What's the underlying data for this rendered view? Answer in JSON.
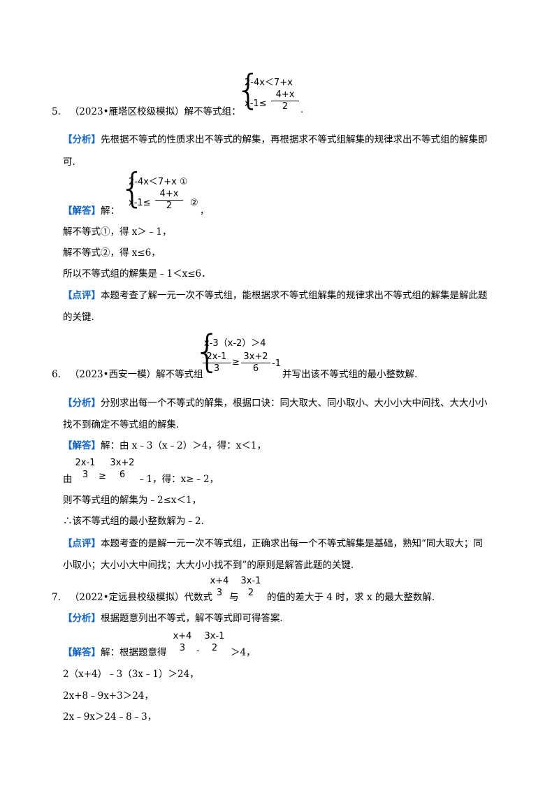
{
  "q5": {
    "number": "5.",
    "source": "（2023•雁塔区校级模拟）解不等式组：",
    "sys_line1": "2-4x＜7+x",
    "sys_line2_prefix": "x-1≤",
    "frac_num": "4+x",
    "frac_den": "2",
    "tail": ".",
    "analysis_tag": "【分析】",
    "analysis_1": "先根据不等式的性质求出不等式的解集，再根据求不等式组解集的规律求出不等式组的解集即",
    "analysis_2": "可.",
    "answer_tag": "【解答】",
    "answer_intro": "解：",
    "ans_sys_line1": "2-4x＜7+x ①",
    "ans_sys_line2_prefix": "x-1≤",
    "ans_circle2": "②",
    "ans_comma": "，",
    "step1": "解不等式①，得 x＞﹣1，",
    "step2": "解不等式②，得 x≤6，",
    "step3": "所以不等式组的解集是﹣1＜x≤6．",
    "comment_tag": "【点评】",
    "comment_1": "本题考查了解一元一次不等式组，能根据求不等式组解集的规律求出不等式组的解集是解此题",
    "comment_2": "的关键."
  },
  "q6": {
    "number": "6.",
    "source": "（2023•西安一模）解不等式组",
    "sys_line1": "x-3（x-2）＞4",
    "f1_num": "2x-1",
    "f1_den": "3",
    "ge": "≥",
    "f2_num": "3x+2",
    "f2_den": "6",
    "minus1": "-1",
    "tail": "并写出该不等式组的最小整数解.",
    "analysis_tag": "【分析】",
    "analysis_1": "分别求出每一个不等式的解集，根据口诀：同大取大、同小取小、大小小大中间找、大大小小",
    "analysis_2": "找不到确定不等式组的解集.",
    "answer_tag": "【解答】",
    "answer_1": "解：由 x﹣3（x﹣2）＞4，得：x＜1，",
    "by": "由",
    "af1_num": "2x-1",
    "af1_den": "3",
    "af_ge": "≥",
    "af2_num": "3x+2",
    "af2_den": "6",
    "answer_2_tail": "﹣1，得：x≥﹣2，",
    "answer_3": "则不等式组的解集为﹣2≤x＜1，",
    "answer_4": "∴该不等式组的最小整数解为﹣2.",
    "comment_tag": "【点评】",
    "comment_1": "本题考查的是解一元一次不等式组，正确求出每一个不等式解集是基础，熟知“同大取大；同",
    "comment_2": "小取小；大小小大中间找；大大小小找不到”的原则是解答此题的关键."
  },
  "q7": {
    "number": "7.",
    "source": "（2022•定远县校级模拟）代数式",
    "f1_num": "x+4",
    "f1_den": "3",
    "yu": "与",
    "f2_num": "3x-1",
    "f2_den": "2",
    "tail": "的值的差大于 4 时，求 x 的最大整数解.",
    "analysis_tag": "【分析】",
    "analysis_1": "根据题意列出不等式，解不等式即可得答案.",
    "answer_tag": "【解答】",
    "answer_intro": "解：根据题意得",
    "af1_num": "x+4",
    "af1_den": "3",
    "minus": "-",
    "af2_num": "3x-1",
    "af2_den": "2",
    "gt4": "＞4，",
    "step1": "2（x+4）﹣3（3x﹣1）＞24，",
    "step2": "2x+8﹣9x+3＞24，",
    "step3": "2x﹣9x＞24﹣8﹣3，"
  }
}
